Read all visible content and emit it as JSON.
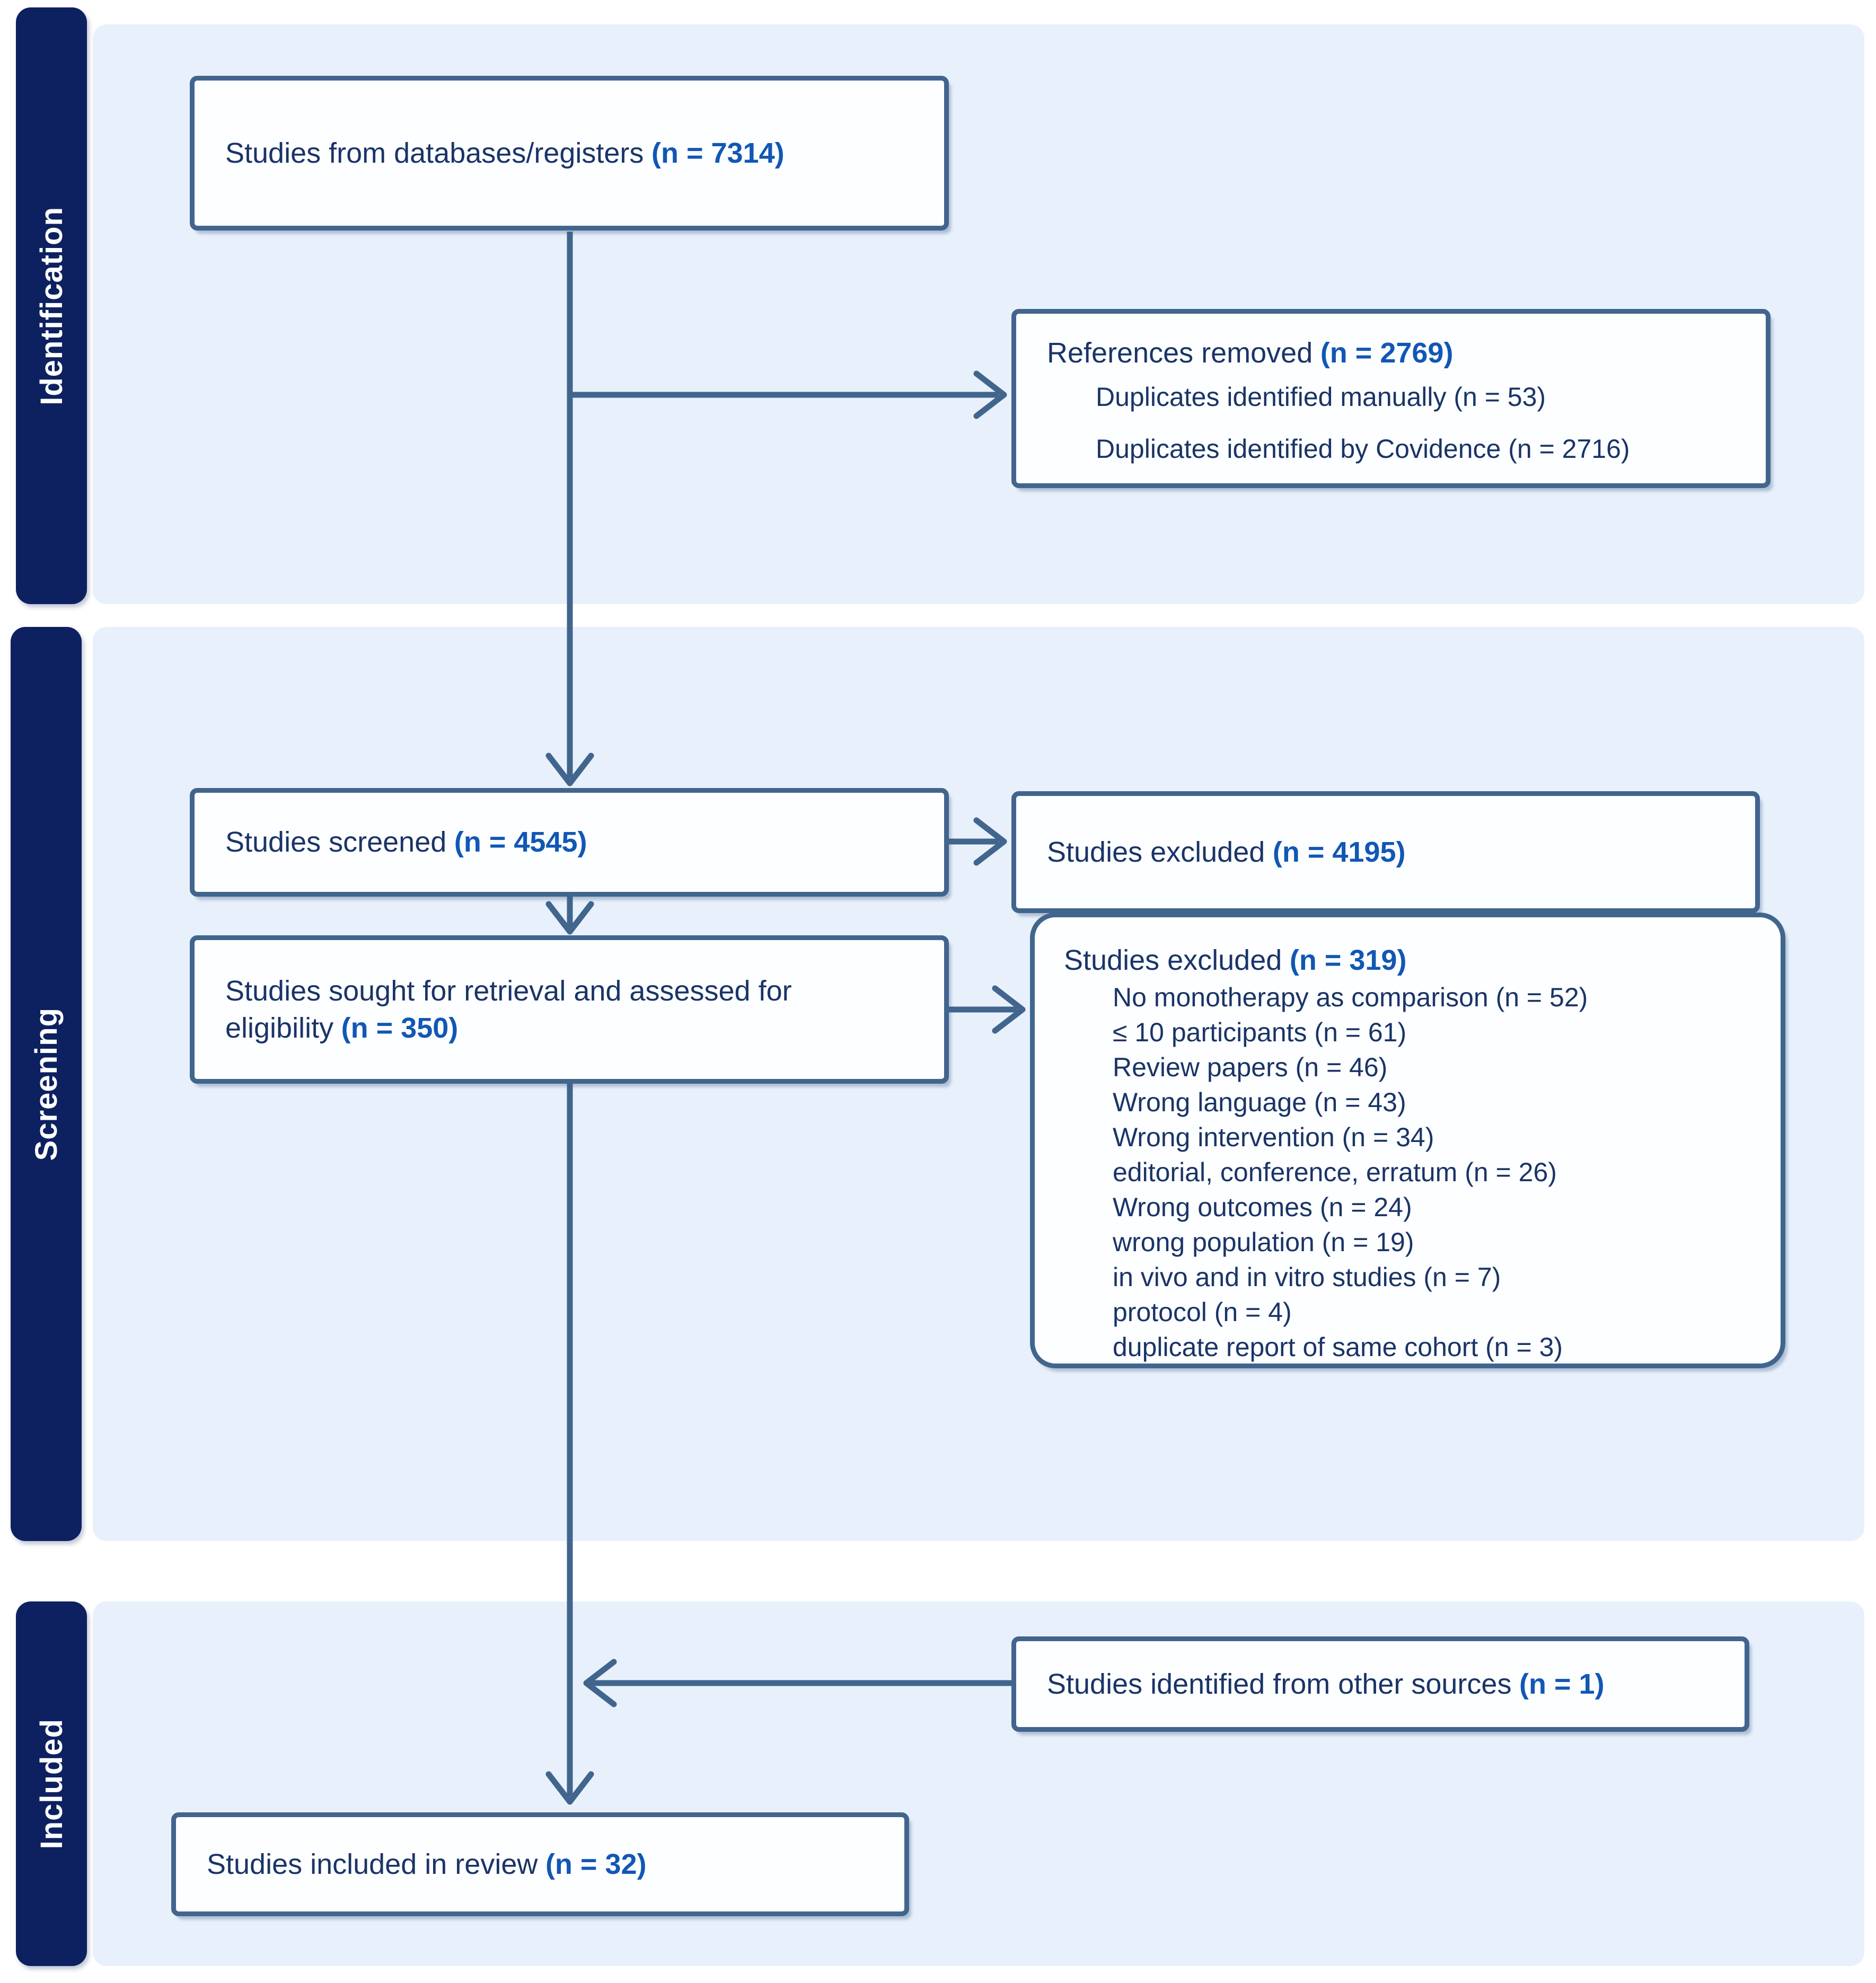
{
  "figure": {
    "type": "prisma-flow-diagram",
    "title": "PRISMA study selection flow"
  },
  "colors": {
    "stage_bar_navy": "#0d2161",
    "band_light_blue": "#e8f0fb",
    "box_border_slate": "#41658d",
    "text_navy": "#1a3467",
    "count_blue": "#1157b5"
  },
  "stages": [
    {
      "label": "Identification"
    },
    {
      "label": "Screening"
    },
    {
      "label": "Included"
    }
  ],
  "boxes": {
    "databases": {
      "label": "Studies from databases/registers",
      "n": "(n = 7314)"
    },
    "references_removed": {
      "label": "References removed",
      "n": "(n = 2769)",
      "items": [
        "Duplicates identified manually (n = 53)",
        "Duplicates identified by Covidence (n = 2716)"
      ]
    },
    "screened": {
      "label": "Studies screened",
      "n": "(n = 4545)"
    },
    "excluded_screening": {
      "label": "Studies excluded",
      "n": "(n = 4195)"
    },
    "sought": {
      "label": "Studies sought for retrieval and assessed for eligibility",
      "n": "(n = 350)"
    },
    "excluded_eligibility": {
      "label": "Studies excluded",
      "n": "(n = 319)",
      "items": [
        "No monotherapy as comparison (n = 52)",
        "≤ 10 participants (n = 61)",
        "Review papers (n = 46)",
        "Wrong language (n = 43)",
        "Wrong intervention (n = 34)",
        "editorial, conference, erratum (n = 26)",
        "Wrong outcomes (n = 24)",
        "wrong population (n = 19)",
        "in vivo and in vitro studies (n = 7)",
        "protocol (n = 4)",
        "duplicate report of same cohort (n = 3)"
      ]
    },
    "other_sources": {
      "label": "Studies identified from other sources",
      "n": "(n = 1)"
    },
    "included": {
      "label": "Studies included in review",
      "n": "(n = 32)"
    }
  }
}
